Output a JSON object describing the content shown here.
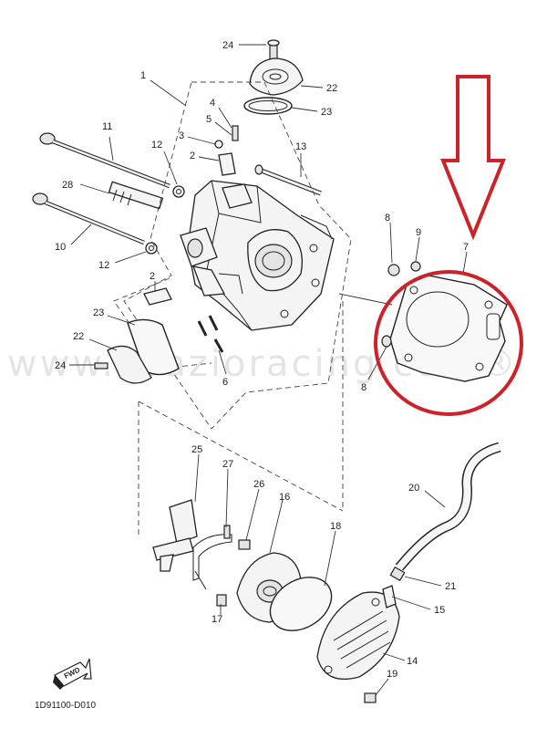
{
  "diagram": {
    "part_labels": [
      "24",
      "22",
      "23",
      "1",
      "4",
      "5",
      "3",
      "2",
      "11",
      "12",
      "13",
      "28",
      "10",
      "12",
      "8",
      "9",
      "7",
      "2",
      "23",
      "22",
      "24",
      "6",
      "8",
      "25",
      "27",
      "26",
      "16",
      "18",
      "20",
      "21",
      "15",
      "17",
      "14",
      "19"
    ],
    "figure_code": "1D91100-D010",
    "watermark": "www.spazioracing.com®",
    "fwd_label": "FWD",
    "colors": {
      "arrow": "#cc2229",
      "circle": "#cc2229",
      "line": "#222222"
    }
  }
}
